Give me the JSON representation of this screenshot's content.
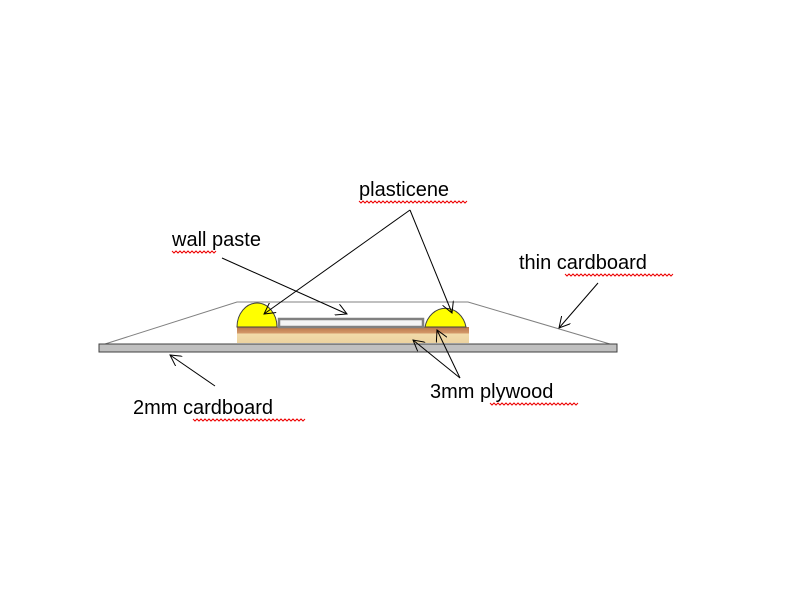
{
  "labels": {
    "plasticene": "plasticene",
    "wall_paste": "wall paste",
    "thin_cardboard": "thin cardboard",
    "cardboard_2mm": "2mm cardboard",
    "plywood_3mm": "3mm plywood"
  },
  "colors": {
    "plasticene": "#ffff00",
    "cardboard": "#c0c0c0",
    "plywood_top": "#c8895a",
    "plywood_bottom": "#f0d9a8",
    "wall_paste_border": "#808080"
  }
}
